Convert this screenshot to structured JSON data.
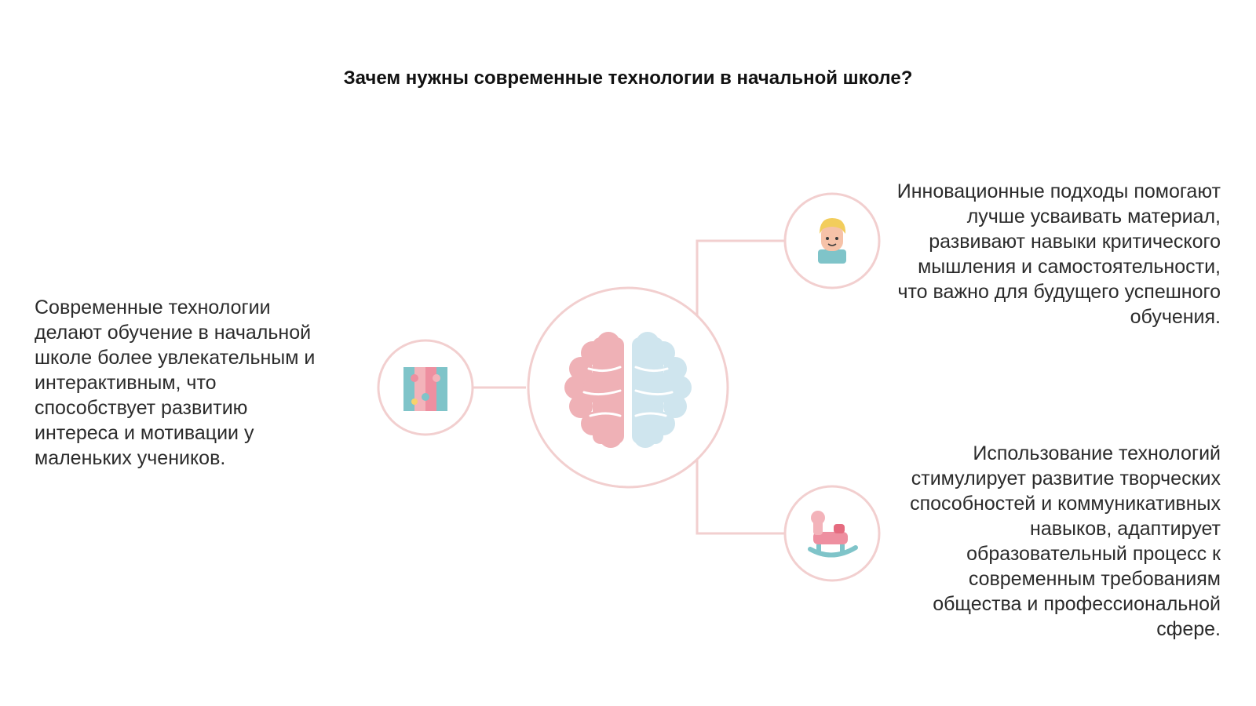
{
  "title": "Зачем нужны современные технологии в начальной школе?",
  "blocks": {
    "left": "Современные технологии делают обучение в начальной школе более увлекательным и интерактивным, что способствует развитию интереса и мотивации у маленьких учеников.",
    "right_top": "Инновационные подходы помогают лучше усваивать материал, развивают навыки критического мышления и самостоятельности, что важно для будущего успешного обучения.",
    "right_bottom": "Использование технологий стимулирует развитие творческих способностей и коммуникативных навыков, адаптирует образовательный процесс к современным требованиям общества и профессиональной сфере."
  },
  "colors": {
    "connector": "#f2cfcf",
    "brain_left": "#efb1b6",
    "brain_right": "#cfe5ee",
    "accent_teal": "#7fc4c9",
    "accent_pink": "#ee8fa0"
  },
  "icons": {
    "center": "brain-icon",
    "left": "puzzle-icon",
    "top_right": "child-icon",
    "bottom_right": "rocking-horse-icon"
  }
}
